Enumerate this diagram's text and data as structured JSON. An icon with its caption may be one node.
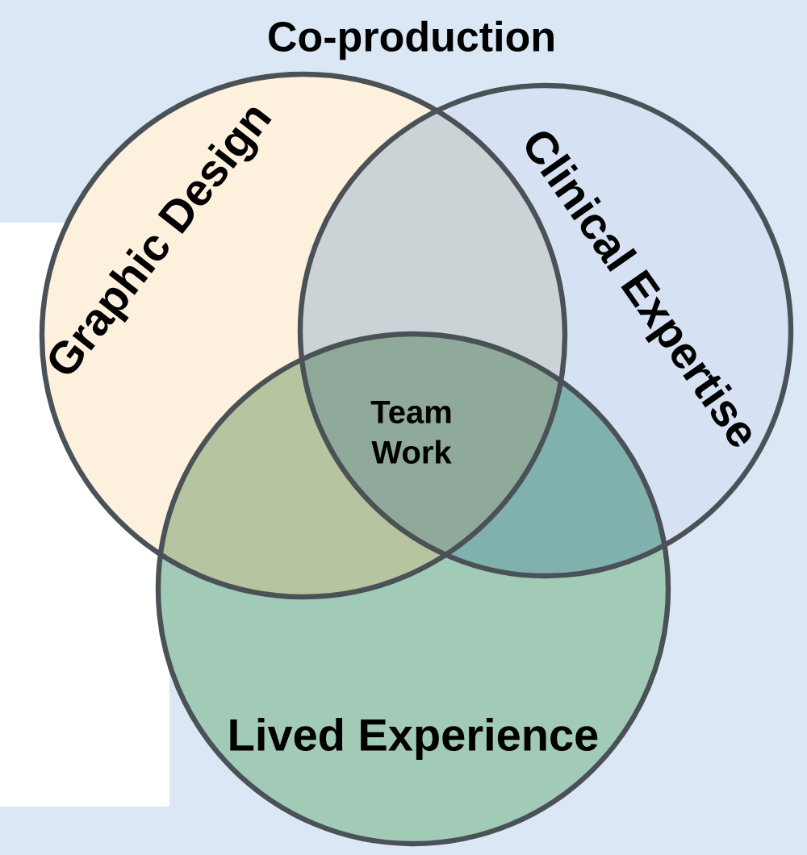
{
  "diagram": {
    "title": "Co-production",
    "nodes": [
      {
        "text": [
          "Graphic Design"
        ]
      },
      {
        "text": [
          "Clinical Expertise"
        ]
      },
      {
        "text": [
          "Lived Experience"
        ]
      },
      {
        "text": [
          "Team Work"
        ]
      }
    ]
  }
}
